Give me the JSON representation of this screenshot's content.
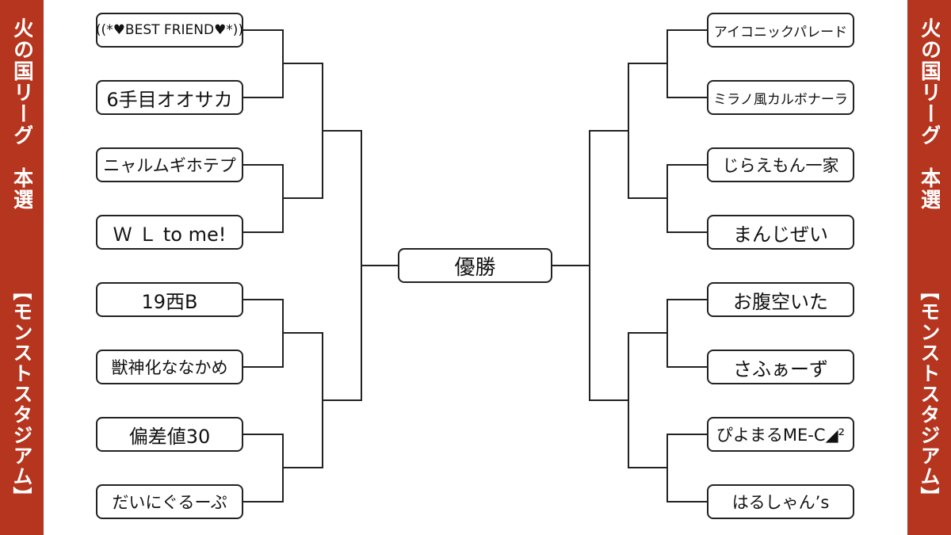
{
  "banner": {
    "league": "火の国リーグ　本選",
    "stadium": "【モンストスタジアム】"
  },
  "colors": {
    "banner": "#b5351f",
    "line": "#222222",
    "box_border": "#222222"
  },
  "champion_label": "優勝",
  "left_teams": [
    "(((*♥BEST FRIEND♥*)))",
    "6手目オオサカ",
    "ニャルムギホテプ",
    "Ｗ Ｌ to me!",
    "19西B",
    "獣神化ななかめ",
    "偏差値30",
    "だいにぐるーぷ"
  ],
  "right_teams": [
    "アイコニックパレード",
    "ミラノ風カルボナーラ",
    "じらえもん一家",
    "まんじぜい",
    "お腹空いた",
    "さふぁーず",
    "ぴよまるME-C◢²",
    "はるしゃん’s"
  ]
}
